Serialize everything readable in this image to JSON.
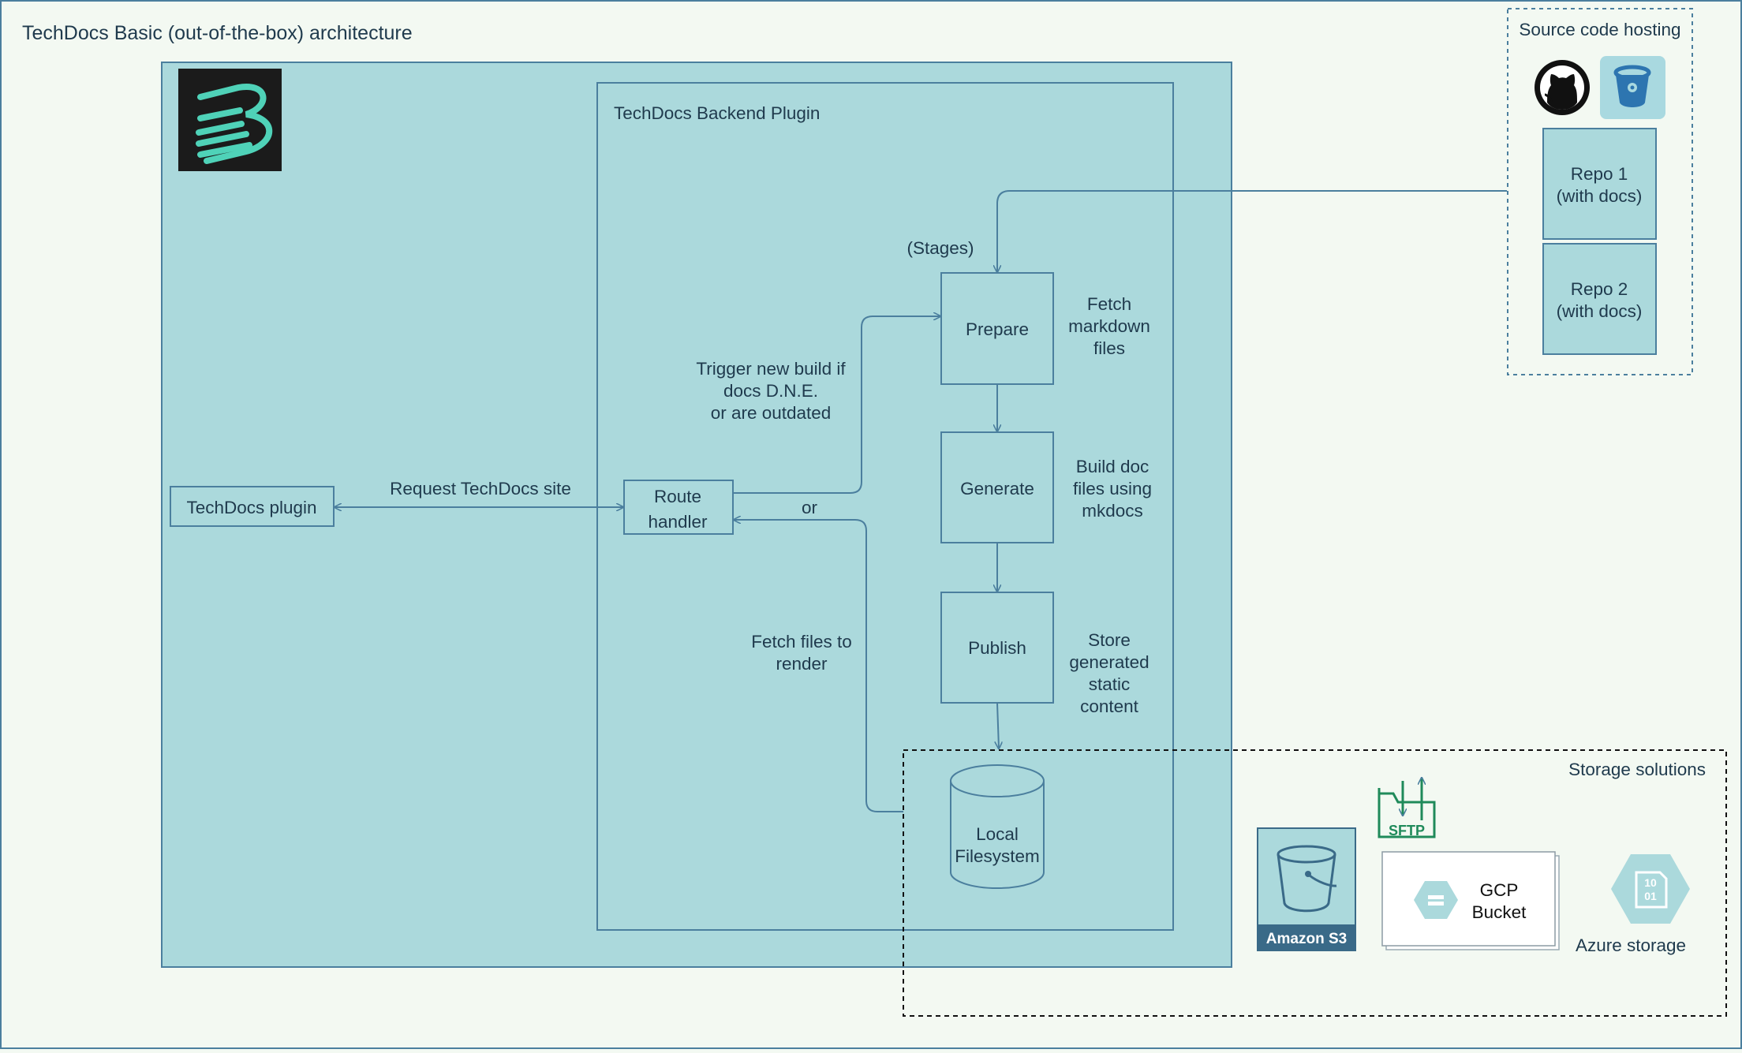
{
  "title": "TechDocs Basic (out-of-the-box) architecture",
  "backend": {
    "title": "TechDocs Backend Plugin",
    "stages_label": "(Stages)",
    "stages": [
      {
        "name": "Prepare",
        "desc": [
          "Fetch",
          "markdown",
          "files"
        ]
      },
      {
        "name": "Generate",
        "desc": [
          "Build doc",
          "files using",
          "mkdocs"
        ]
      },
      {
        "name": "Publish",
        "desc": [
          "Store",
          "generated",
          "static",
          "content"
        ]
      }
    ],
    "route_handler": [
      "Route",
      "handler"
    ],
    "trigger_label": [
      "Trigger new build if",
      "docs D.N.E.",
      "or are outdated"
    ],
    "or_label": "or",
    "fetch_label": [
      "Fetch files to",
      "render"
    ],
    "local_fs": [
      "Local",
      "Filesystem"
    ]
  },
  "frontend": {
    "plugin": "TechDocs plugin",
    "request_label": "Request TechDocs site"
  },
  "source_hosting": {
    "title": "Source code hosting",
    "repos": [
      [
        "Repo 1",
        "(with docs)"
      ],
      [
        "Repo 2",
        "(with docs)"
      ]
    ],
    "icons": [
      "github-icon",
      "bitbucket-icon"
    ]
  },
  "storage": {
    "title": "Storage solutions",
    "s3": "Amazon S3",
    "sftp": "SFTP",
    "gcp": [
      "GCP",
      "Bucket"
    ],
    "azure": "Azure storage",
    "azure_glyph": [
      "10",
      "01"
    ]
  },
  "colors": {
    "page_bg": "#f3f9f2",
    "panel": "#abd9dc",
    "stroke": "#4b7f9e",
    "text": "#1f3a4d",
    "logo_bg": "#1b1b1b",
    "logo_teal": "#4fd2b8",
    "sftp_green": "#1f8a5a",
    "s3_dark": "#3a6a88"
  }
}
